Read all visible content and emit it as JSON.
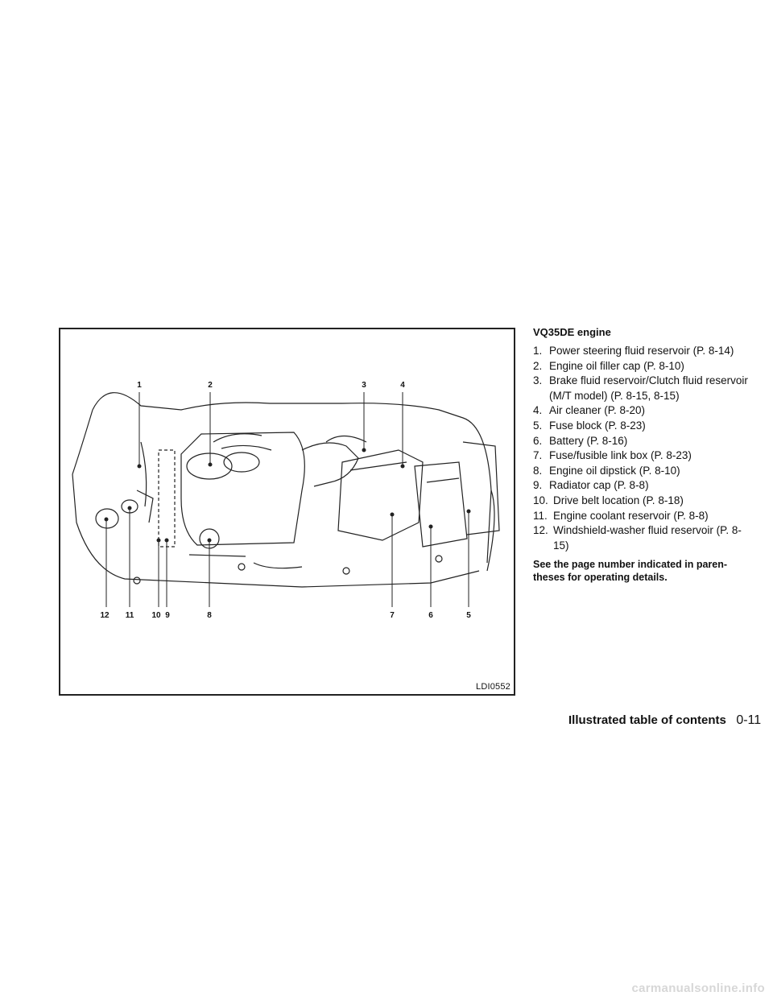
{
  "figure": {
    "code": "LDI0552",
    "callouts": [
      "1",
      "2",
      "3",
      "4",
      "12",
      "11",
      "10",
      "9",
      "8",
      "7",
      "6",
      "5"
    ]
  },
  "section_title": "VQ35DE engine",
  "items": [
    {
      "num": "1.",
      "text": "Power steering fluid reservoir (P. 8-14)"
    },
    {
      "num": "2.",
      "text": "Engine oil filler cap (P. 8-10)"
    },
    {
      "num": "3.",
      "text": "Brake fluid reservoir/Clutch fluid reservoir (M/T model) (P. 8-15, 8-15)"
    },
    {
      "num": "4.",
      "text": "Air cleaner (P. 8-20)"
    },
    {
      "num": "5.",
      "text": "Fuse block (P. 8-23)"
    },
    {
      "num": "6.",
      "text": "Battery (P. 8-16)"
    },
    {
      "num": "7.",
      "text": "Fuse/fusible link box (P. 8-23)"
    },
    {
      "num": "8.",
      "text": "Engine oil dipstick (P. 8-10)"
    },
    {
      "num": "9.",
      "text": "Radiator cap (P. 8-8)"
    },
    {
      "num": "10.",
      "text": "Drive belt location (P. 8-18)"
    },
    {
      "num": "11.",
      "text": "Engine coolant reservoir (P. 8-8)"
    },
    {
      "num": "12.",
      "text": "Windshield-washer fluid reservoir (P. 8-15)"
    }
  ],
  "note": "See the page number indicated in paren-theses for operating details.",
  "footer": {
    "section": "Illustrated table of contents",
    "page": "0-11"
  },
  "watermark": "carmanualsonline.info"
}
